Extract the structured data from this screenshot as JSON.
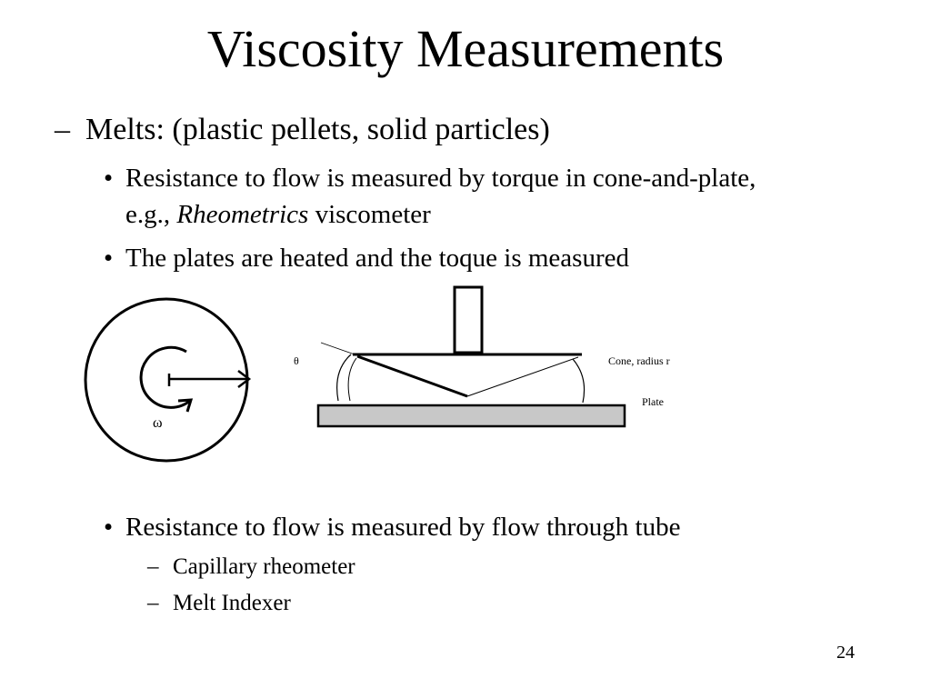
{
  "slide": {
    "title": "Viscosity Measurements",
    "page_number": "24",
    "bullets": {
      "melts": {
        "marker": "–",
        "text": "Melts: (plastic pellets, solid particles)"
      },
      "torque": {
        "marker": "•",
        "line1": "Resistance to flow is measured by torque in cone-and-plate,",
        "line2_prefix": "e.g., ",
        "line2_italic": "Rheometrics",
        "line2_suffix": " viscometer"
      },
      "heated": {
        "marker": "•",
        "text": "The plates are heated and the toque is measured"
      },
      "tube": {
        "marker": "•",
        "text": "Resistance to flow is measured by flow through tube"
      },
      "capillary": {
        "marker": "–",
        "text": "Capillary rheometer"
      },
      "melt_indexer": {
        "marker": "–",
        "text": "Melt Indexer"
      }
    },
    "diagram": {
      "omega_label": "ω",
      "theta_label": "θ",
      "cone_label": "Cone, radius r",
      "plate_label": "Plate"
    }
  }
}
